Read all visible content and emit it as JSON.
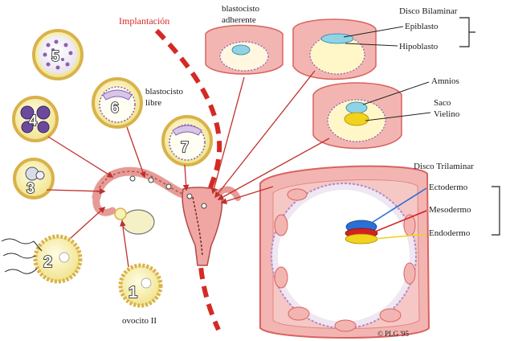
{
  "labels": {
    "implantation": "Implantación",
    "adherent_line1": "blastocisto",
    "adherent_line2": "adherente",
    "free_line1": "blastocisto",
    "free_line2": "libre",
    "oocyte": "ovocito II",
    "bilaminar_disc": "Disco Bilaminar",
    "epiblast": "Epiblasto",
    "hypoblast": "Hipoblasto",
    "amnion": "Amnios",
    "yolk_sac_line1": "Saco",
    "yolk_sac_line2": "Vielino",
    "trilaminar_disc": "Disco Trilaminar",
    "ectoderm": "Ectodermo",
    "mesoderm": "Mesodermo",
    "endoderm": "Endodermo",
    "signature": "© PLG '95"
  },
  "stages": [
    "1",
    "2",
    "3",
    "4",
    "5",
    "6",
    "7"
  ],
  "colors": {
    "tissue": "#f3b5b2",
    "tissue_dark": "#d9625f",
    "cell_fill": "#f6f2b8",
    "cell_ring": "#d9b24a",
    "dash_red": "#d42a25",
    "arrow": "#c0302c",
    "ectoderm": "#2a6fd6",
    "mesoderm": "#d62020",
    "endoderm": "#f2d21b"
  }
}
